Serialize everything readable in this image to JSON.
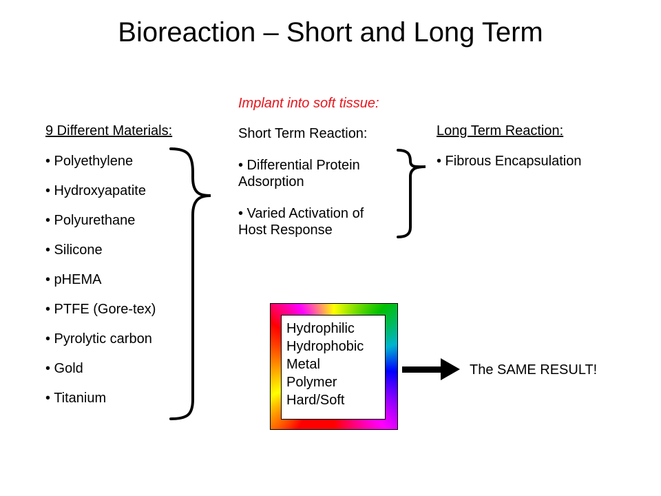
{
  "slide": {
    "title": "Bioreaction – Short and Long Term",
    "implant_heading": "Implant into soft tissue:",
    "materials": {
      "heading": "9 Different Materials:",
      "items": [
        "• Polyethylene",
        "• Hydroxyapatite",
        "• Polyurethane",
        "• Silicone",
        "• pHEMA",
        "• PTFE (Gore-tex)",
        "• Pyrolytic carbon",
        "• Gold",
        "• Titanium"
      ]
    },
    "short_term": {
      "heading": "Short Term Reaction:",
      "items": [
        "• Differential Protein Adsorption",
        "• Varied Activation of Host Response"
      ]
    },
    "long_term": {
      "heading": "Long Term Reaction:",
      "items": [
        "• Fibrous Encapsulation"
      ]
    },
    "properties_box": {
      "lines": [
        "Hydrophilic",
        "Hydrophobic",
        "Metal",
        "Polymer",
        "Hard/Soft"
      ]
    },
    "result_text": "The SAME RESULT!"
  },
  "colors": {
    "accent_red": "#e8141c",
    "text": "#000000",
    "background": "#ffffff"
  }
}
